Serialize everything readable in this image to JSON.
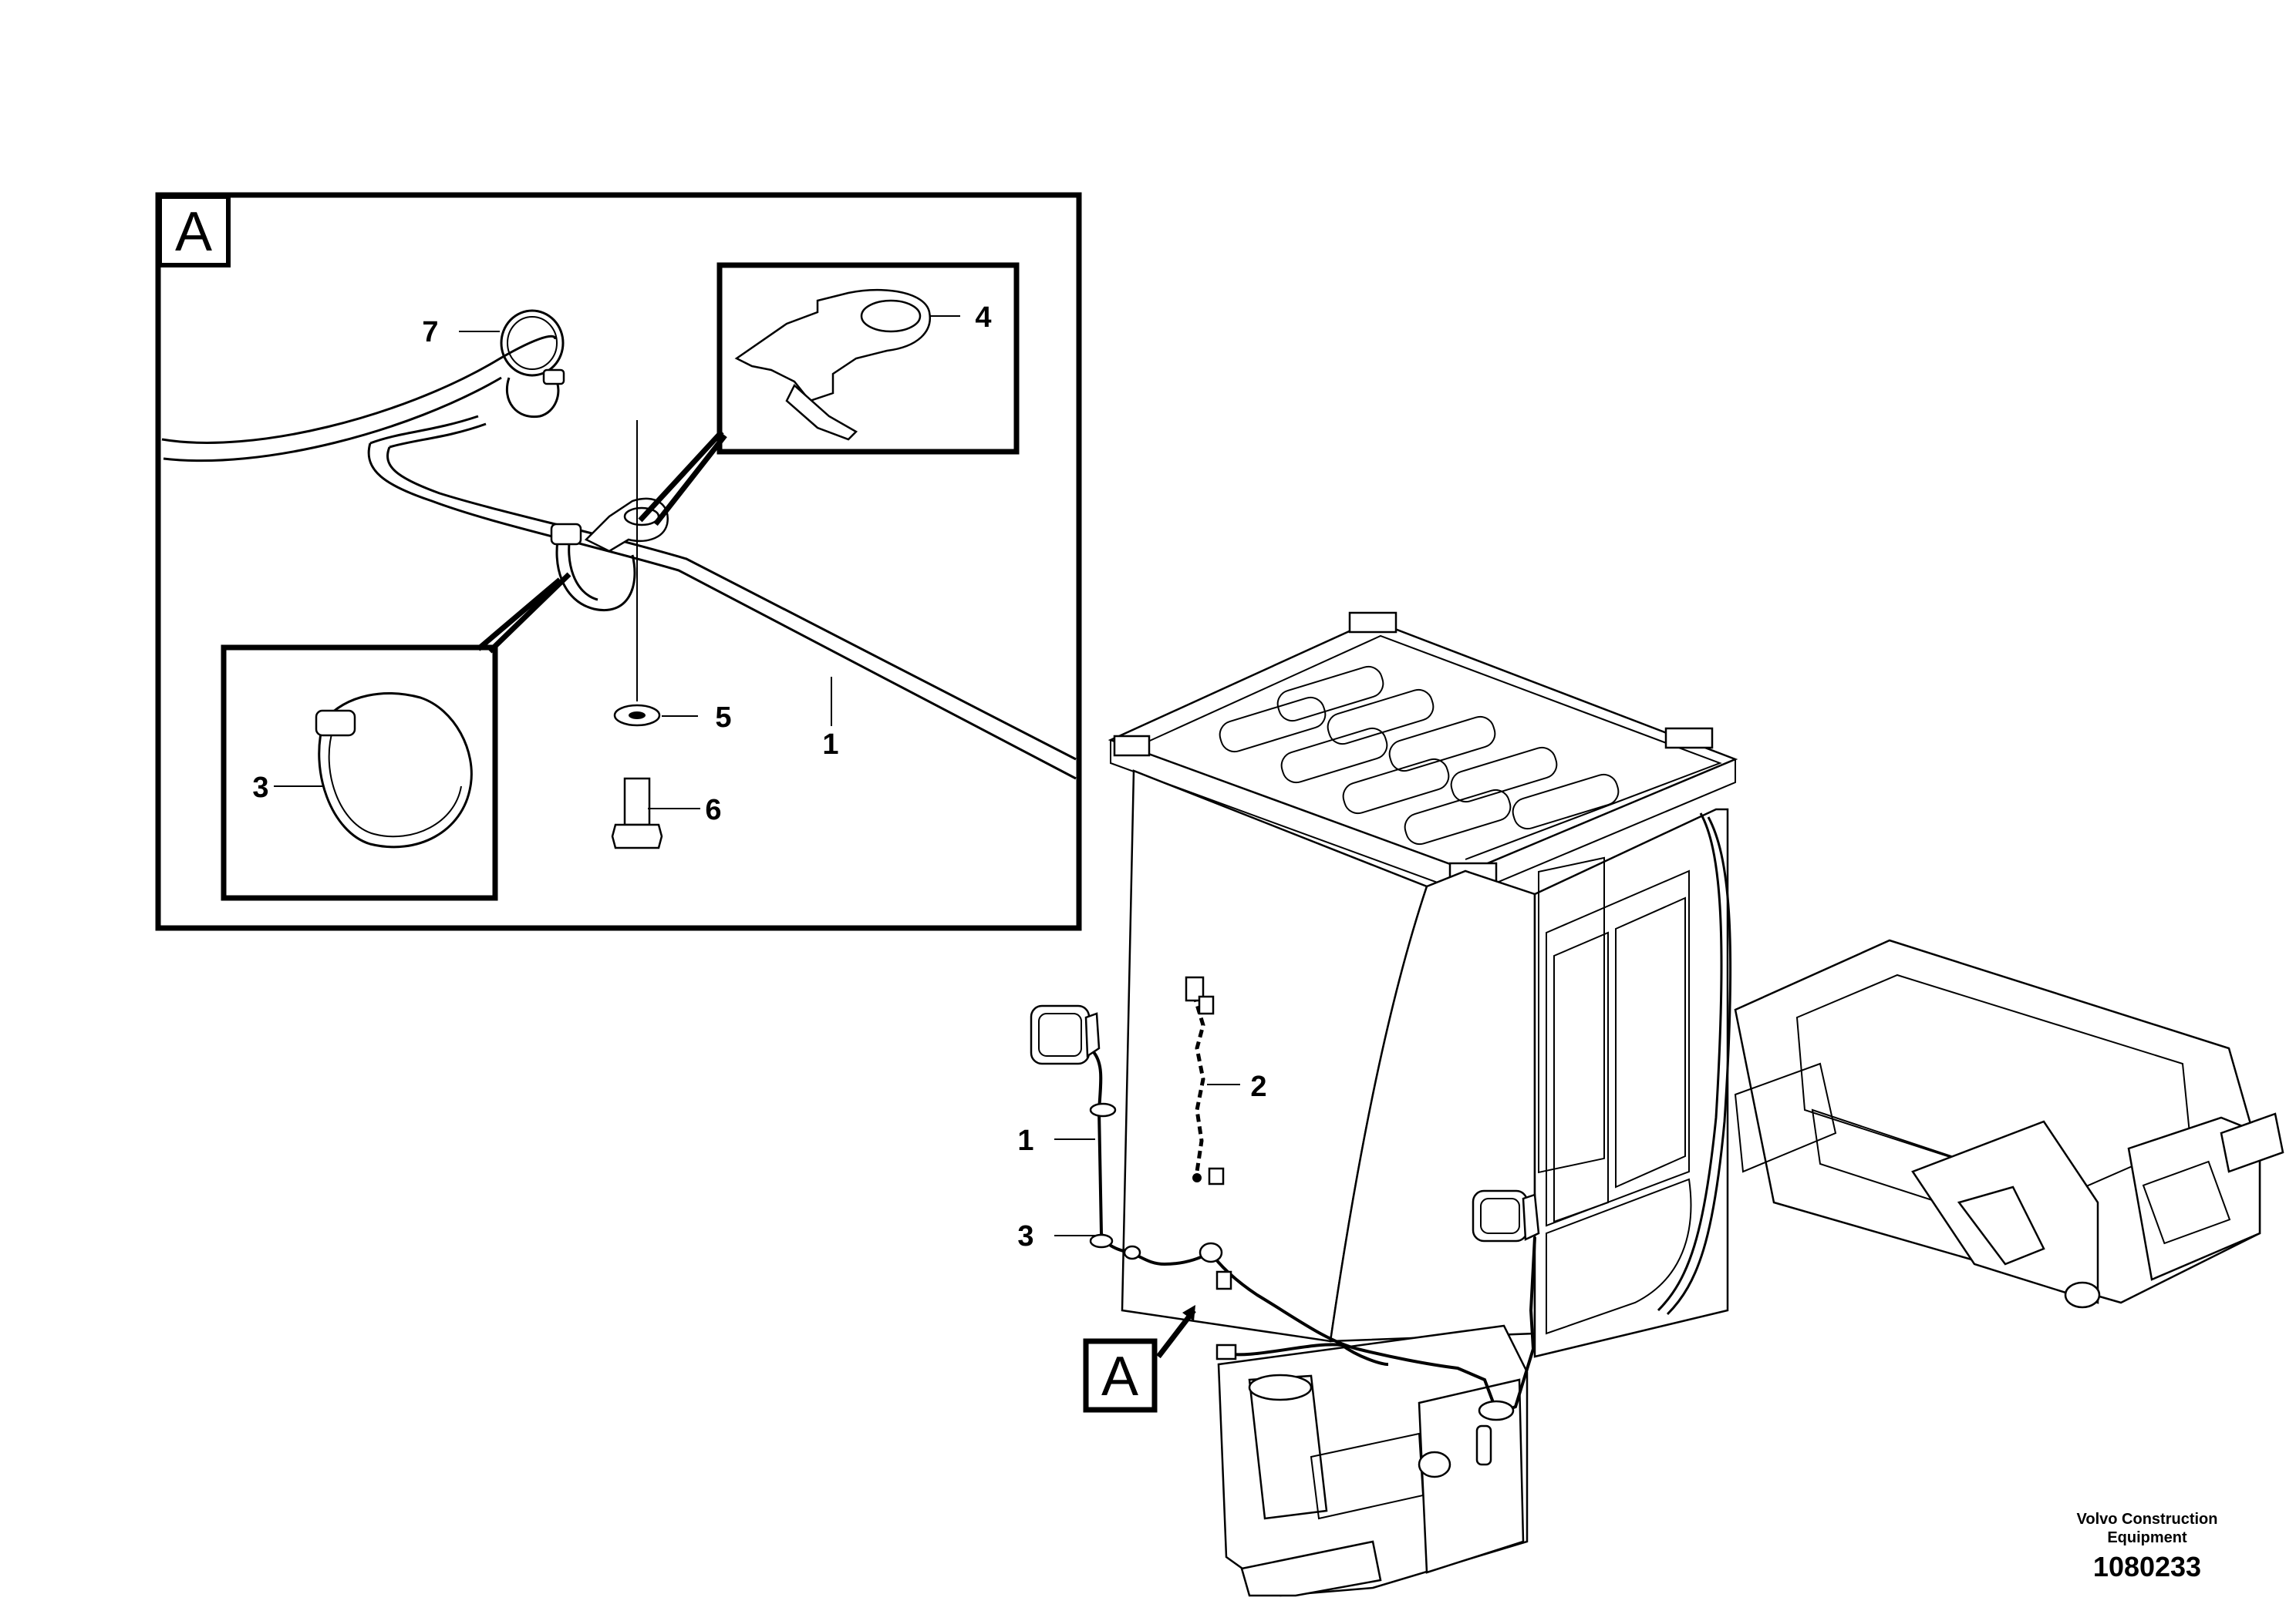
{
  "detail_view": {
    "label": "A",
    "callouts": {
      "item7": "7",
      "item4": "4",
      "item5": "5",
      "item1": "1",
      "item3": "3",
      "item6": "6"
    }
  },
  "overview": {
    "callouts": {
      "item2": "2",
      "item1": "1",
      "item3": "3"
    },
    "detail_reference": "A"
  },
  "footer": {
    "company_line1": "Volvo Construction",
    "company_line2": "Equipment",
    "illustration_number": "1080233"
  }
}
